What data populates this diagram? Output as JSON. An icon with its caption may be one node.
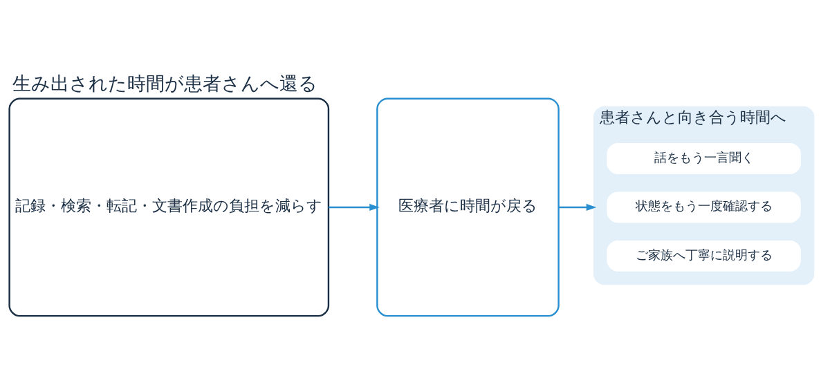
{
  "diagram": {
    "title": "生み出された時間が患者さんへ還る",
    "nodes": [
      {
        "text": [
          "記録・検索・転記・文書作成の負担を減らす"
        ]
      },
      {
        "text": [
          "医療者に時間が戻る"
        ]
      },
      {
        "text": [
          "患者さんと向き合う時間へ"
        ]
      },
      {
        "text": [
          "話をもう一言聞く"
        ],
        "in": 2
      },
      {
        "text": [
          "状態をもう一度確認する"
        ],
        "in": 2
      },
      {
        "text": [
          "ご家族へ丁寧に説明する"
        ],
        "in": 2
      }
    ],
    "edges": [
      {
        "from": 0,
        "to": 1,
        "arrow": "to"
      },
      {
        "from": 1,
        "to": 2,
        "arrow": "to"
      }
    ]
  }
}
